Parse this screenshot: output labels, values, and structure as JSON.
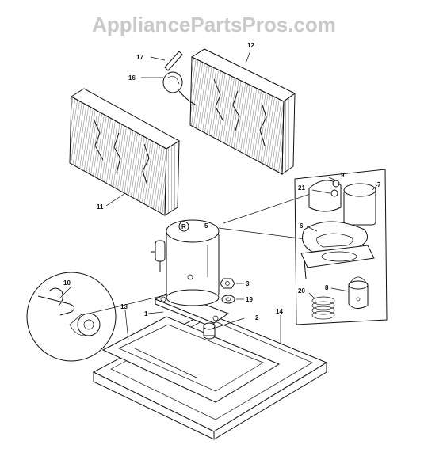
{
  "watermark": "AppliancePartsPros.com",
  "callouts": {
    "c1": "1",
    "c2": "2",
    "c3": "3",
    "c5": "5",
    "c6": "6",
    "c7": "7",
    "c8": "8",
    "c9": "9",
    "c10": "10",
    "c11": "11",
    "c12": "12",
    "c13": "13",
    "c14": "14",
    "c16": "16",
    "c17": "17",
    "c19": "19",
    "c20": "20",
    "c21": "21"
  }
}
